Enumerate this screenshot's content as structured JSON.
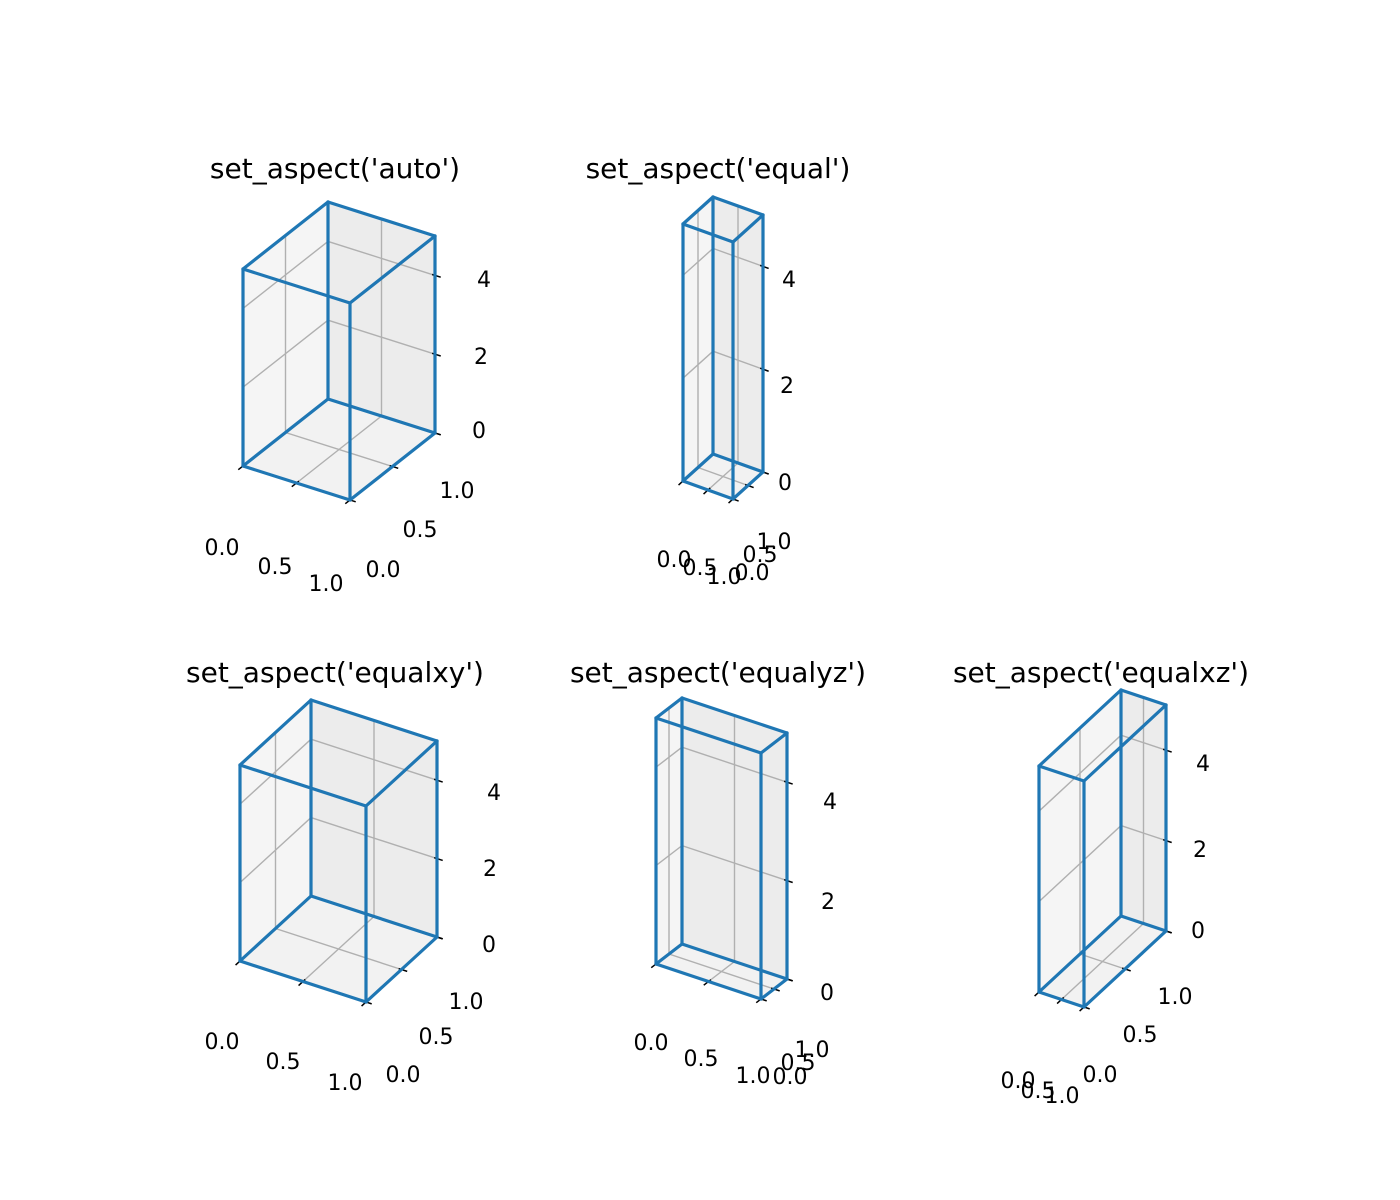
{
  "colors": {
    "box": "#1f77b4",
    "background": "#ffffff"
  },
  "chart_data": [
    {
      "type": "3d-box",
      "title": "set_aspect('auto')",
      "xlim": [
        0,
        1
      ],
      "ylim": [
        0,
        1
      ],
      "zlim": [
        0,
        5
      ],
      "box": {
        "x": [
          0,
          1
        ],
        "y": [
          0,
          1
        ],
        "z": [
          0,
          5
        ]
      },
      "xticks": [
        "0.0",
        "0.5",
        "1.0"
      ],
      "yticks": [
        "0.0",
        "0.5",
        "1.0"
      ],
      "zticks": [
        "0",
        "2",
        "4"
      ],
      "grid": true
    },
    {
      "type": "3d-box",
      "title": "set_aspect('equal')",
      "xlim": [
        0,
        1
      ],
      "ylim": [
        0,
        1
      ],
      "zlim": [
        0,
        5
      ],
      "box": {
        "x": [
          0,
          1
        ],
        "y": [
          0,
          1
        ],
        "z": [
          0,
          5
        ]
      },
      "xticks": [
        "0.0",
        "0.5",
        "1.0"
      ],
      "yticks": [
        "0.0",
        "0.5",
        "1.0"
      ],
      "zticks": [
        "0",
        "2",
        "4"
      ],
      "grid": true
    },
    {
      "type": "3d-box",
      "title": "set_aspect('equalxy')",
      "xlim": [
        0,
        1
      ],
      "ylim": [
        0,
        1
      ],
      "zlim": [
        0,
        5
      ],
      "box": {
        "x": [
          0,
          1
        ],
        "y": [
          0,
          1
        ],
        "z": [
          0,
          5
        ]
      },
      "xticks": [
        "0.0",
        "0.5",
        "1.0"
      ],
      "yticks": [
        "0.0",
        "0.5",
        "1.0"
      ],
      "zticks": [
        "0",
        "2",
        "4"
      ],
      "grid": true
    },
    {
      "type": "3d-box",
      "title": "set_aspect('equalyz')",
      "xlim": [
        0,
        1
      ],
      "ylim": [
        0,
        1
      ],
      "zlim": [
        0,
        5
      ],
      "box": {
        "x": [
          0,
          1
        ],
        "y": [
          0,
          1
        ],
        "z": [
          0,
          5
        ]
      },
      "xticks": [
        "0.0",
        "0.5",
        "1.0"
      ],
      "yticks": [
        "0.0",
        "0.5",
        "1.0"
      ],
      "zticks": [
        "0",
        "2",
        "4"
      ],
      "grid": true
    },
    {
      "type": "3d-box",
      "title": "set_aspect('equalxz')",
      "xlim": [
        0,
        1
      ],
      "ylim": [
        0,
        1
      ],
      "zlim": [
        0,
        5
      ],
      "box": {
        "x": [
          0,
          1
        ],
        "y": [
          0,
          1
        ],
        "z": [
          0,
          5
        ]
      },
      "xticks": [
        "0.0",
        "0.5",
        "1.0"
      ],
      "yticks": [
        "0.0",
        "0.5",
        "1.0"
      ],
      "zticks": [
        "0",
        "2",
        "4"
      ],
      "grid": true
    }
  ]
}
